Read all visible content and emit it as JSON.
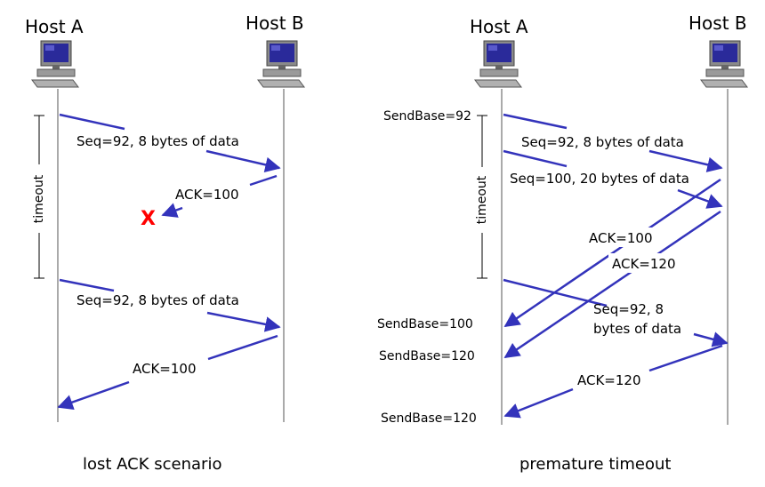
{
  "colors": {
    "arrow": "#3333bb",
    "lifeline": "#555555",
    "lost": "#ff0000",
    "bracket": "#000000"
  },
  "left_scenario": {
    "host_a": "Host A",
    "host_b": "Host B",
    "timeout": "timeout",
    "seq1": "Seq=92, 8 bytes of data",
    "ack1": "ACK=100",
    "lost_mark": "X",
    "seq2": "Seq=92, 8 bytes of data",
    "ack2": "ACK=100",
    "caption": "lost ACK scenario"
  },
  "right_scenario": {
    "host_a": "Host A",
    "host_b": "Host B",
    "timeout": "timeout",
    "sendbase_92": "SendBase=92",
    "seq1": "Seq=92, 8 bytes of data",
    "seq2": "Seq=100, 20 bytes of data",
    "ack1": "ACK=100",
    "ack2": "ACK=120",
    "seq3_line1": "Seq=92,  8",
    "seq3_line2": "bytes of data",
    "sendbase_100": "SendBase=100",
    "sendbase_120a": "SendBase=120",
    "ack3": "ACK=120",
    "sendbase_120b": "SendBase=120",
    "caption": "premature timeout"
  }
}
